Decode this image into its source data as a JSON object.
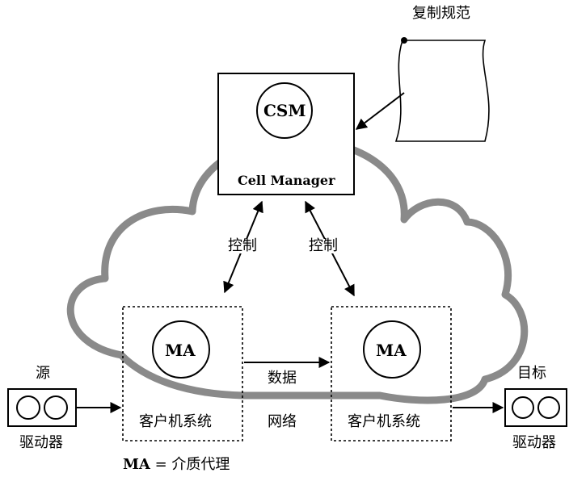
{
  "spec_label": "复制规范",
  "csm": {
    "label": "CSM",
    "caption": "Cell Manager"
  },
  "control_left": "控制",
  "control_right": "控制",
  "ma_left": {
    "label": "MA",
    "caption": "客户机系统"
  },
  "ma_right": {
    "label": "MA",
    "caption": "客户机系统"
  },
  "data_label": "数据",
  "network_label": "网络",
  "source": {
    "title": "源",
    "caption": "驱动器"
  },
  "target": {
    "title": "目标",
    "caption": "驱动器"
  },
  "legend": {
    "abbr": "MA",
    "text": "= 介质代理"
  },
  "colors": {
    "cloud": "#888888",
    "line": "#000000",
    "background": "#ffffff"
  }
}
